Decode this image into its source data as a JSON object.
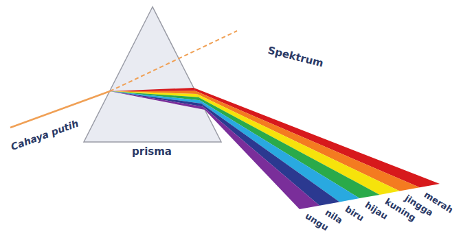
{
  "diagram": {
    "labels": [
      "Cahaya putih",
      "prisma",
      "Spektrum",
      "ungu",
      "nila",
      "biru",
      "hijau",
      "kuning",
      "jingga",
      "merah"
    ]
  }
}
